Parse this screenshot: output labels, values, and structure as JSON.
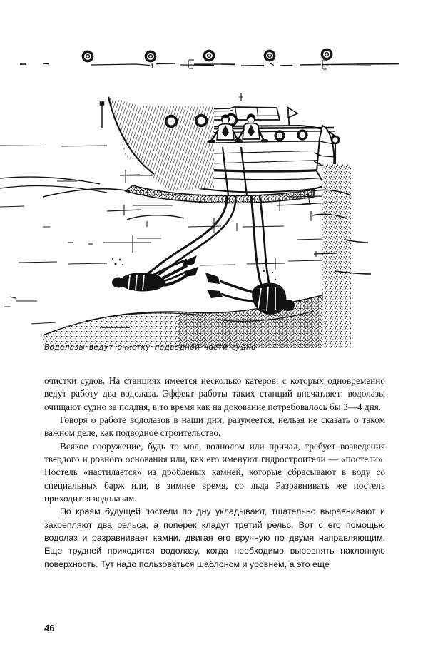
{
  "page": {
    "number": "46",
    "background_color": "#ffffff",
    "ink_color": "#101010"
  },
  "figure": {
    "name": "divers-cleaning-ship-hull",
    "caption": "Водолазы ведут очистку подводной части судна",
    "elements": {
      "mooring_rings_count": 5,
      "quay_edge_label": "quay-edge-line",
      "boat_label": "motor-launch",
      "portholes_count": 6,
      "deck_figures_count": 2,
      "divers_count": 2,
      "hose_lines_count": 4,
      "seabed_label": "stippled-seabed",
      "quay_wall_label": "stippled-quay-wall"
    }
  },
  "text": {
    "paragraphs": [
      {
        "id": "p1",
        "indent": false,
        "style": "serif",
        "content": "очистки судов. На станциях имеется несколько катеров, с которых одновременно ведут работу два водолаза. Эффект работы таких станций впечатляет: водолазы очищают судно за полдня, в то время как на докование потребовалось бы 3—4 дня."
      },
      {
        "id": "p2",
        "indent": true,
        "style": "serif",
        "content": "Говоря о работе водолазов в наши дни, разумеется, нельзя не сказать о таком важном деле, как подводное строительство."
      },
      {
        "id": "p3",
        "indent": true,
        "style": "serif",
        "content": "Всякое сооружение, будь то мол, волнолом или причал, требует возведения твердого и ровного основания или, как его именуют гидростроители — «постели». Постель «настилается» из дробленых камней, которые сбрасывают в воду со специальных барж или, в зимнее время, со льда Разравнивать же постель приходится водолазам."
      },
      {
        "id": "p4",
        "indent": true,
        "style": "sans",
        "content": "По краям будущей постели по дну укладывают, тщательно выравнивают и закрепляют два рельса, а поперек кладут третий рельс. Вот с его помощью водолаз и разравнивает камни, двигая его вручную по двумя направляющим. Еще трудней приходится водолазу, когда необходимо выровнять наклонную поверхность. Тут надо пользоваться шаблоном и уровнем, а это еще"
      }
    ]
  }
}
